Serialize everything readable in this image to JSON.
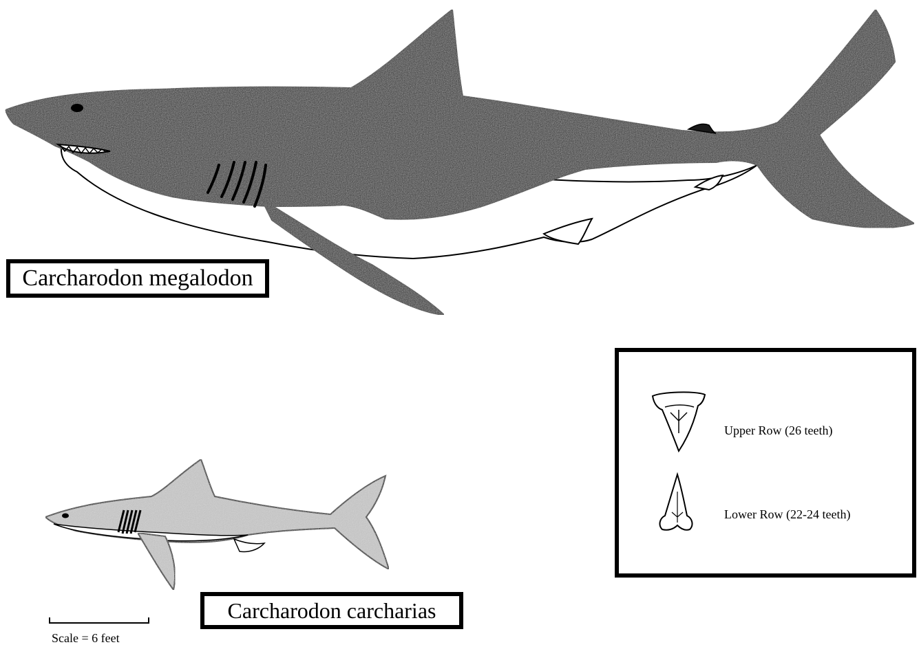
{
  "megalodon": {
    "label": "Carcharodon megalodon"
  },
  "carcharias": {
    "label": "Carcharodon carcharias"
  },
  "teeth_legend": {
    "upper_label": "Upper Row (26 teeth)",
    "lower_label": "Lower Row (22-24 teeth)"
  },
  "scale": {
    "label": "Scale = 6 feet"
  }
}
